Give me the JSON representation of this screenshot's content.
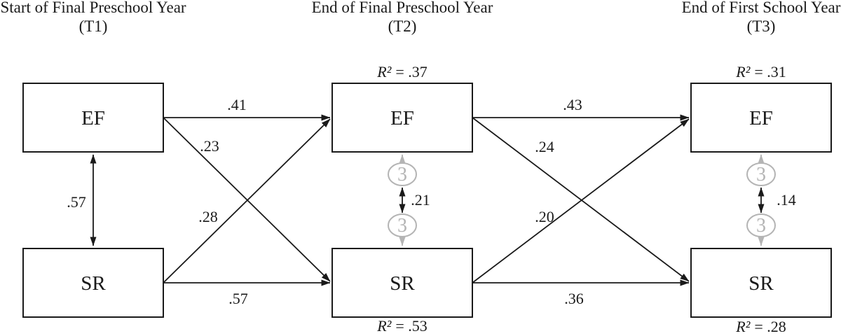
{
  "colors": {
    "line": "#1a1a1a",
    "muted": "#b4b4b4",
    "bg": "#ffffff"
  },
  "headers": [
    {
      "line1": "Start of Final Preschool Year",
      "line2": "(T1)"
    },
    {
      "line1": "End of Final Preschool Year",
      "line2": "(T2)"
    },
    {
      "line1": "End of First School Year",
      "line2": "(T3)"
    }
  ],
  "boxes": {
    "t1_ef": "EF",
    "t1_sr": "SR",
    "t2_ef": "EF",
    "t2_sr": "SR",
    "t3_ef": "EF",
    "t3_sr": "SR"
  },
  "paths": {
    "t1ef_t2ef": ".41",
    "t1ef_t2sr": ".23",
    "t1sr_t2ef": ".28",
    "t1sr_t2sr": ".57",
    "t2ef_t3ef": ".43",
    "t2ef_t3sr": ".24",
    "t2sr_t3ef": ".20",
    "t2sr_t3sr": ".36"
  },
  "covariances": {
    "t1": ".57",
    "t2": ".21",
    "t3": ".14"
  },
  "r2": {
    "t2_ef": {
      "sym": "R²",
      "val": "= .37"
    },
    "t2_sr": {
      "sym": "R²",
      "val": "= .53"
    },
    "t3_ef": {
      "sym": "R²",
      "val": "= .31"
    },
    "t3_sr": {
      "sym": "R²",
      "val": "= .28"
    }
  },
  "residual_label": "3"
}
